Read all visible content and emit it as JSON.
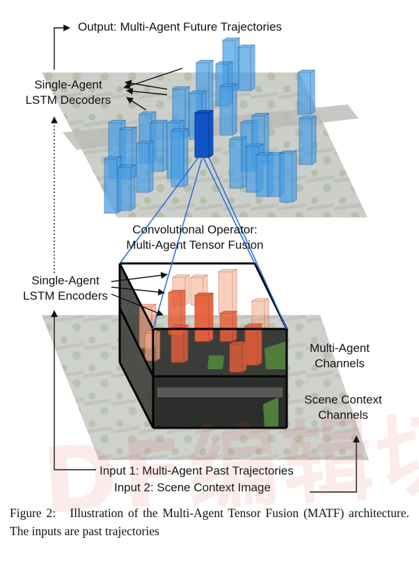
{
  "labels": {
    "output": "Output: Multi-Agent Future Trajectories",
    "decoders_line1": "Single-Agent",
    "decoders_line2": "LSTM Decoders",
    "conv_line1": "Convolutional Operator:",
    "conv_line2": "Multi-Agent Tensor Fusion",
    "encoders_line1": "Single-Agent",
    "encoders_line2": "LSTM Encoders",
    "mac_line1": "Multi-Agent",
    "mac_line2": "Channels",
    "scc_line1": "Scene Context",
    "scc_line2": "Channels",
    "input1": "Input 1: Multi-Agent Past Trajectories",
    "input2": "Input 2: Scene Context Image"
  },
  "caption": {
    "figure": "Figure 2:",
    "text": "Illustration of the Multi-Agent Tensor Fusion (MATF) architecture. The inputs are past trajectories"
  },
  "watermark": "DF编辑切用",
  "colors": {
    "blue_bar": "#4aa0e6",
    "blue_edge": "#1f5fa8",
    "highlight_blue": "#1054c8",
    "red_bar": "#e8603a",
    "red_light": "#f4a888",
    "map_gray": "#c9cbc7"
  }
}
